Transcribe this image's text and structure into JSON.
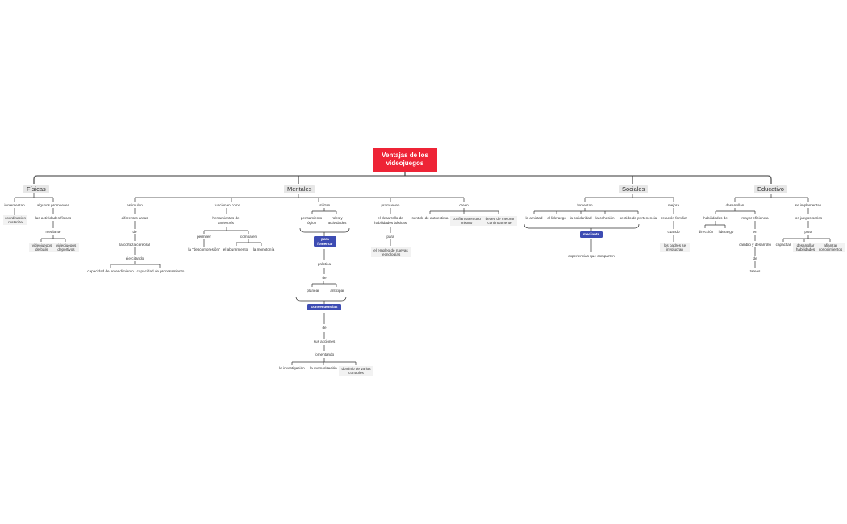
{
  "title": "Ventajas de los videojuegos",
  "categories": {
    "fisicas": "Físicas",
    "mentales": "Mentales",
    "sociales": "Sociales",
    "educativo": "Educativo"
  },
  "fisicas": {
    "incrementan": "incrementan",
    "coordinacion": "coordinación motoriza",
    "algunos": "algunos promueven",
    "actividades": "las actividades físicas",
    "mediante": "mediante",
    "baile": "videojuegos de baile",
    "deportivos": "videojuegos deportivos"
  },
  "mentales": {
    "estimulan": "estimulan",
    "areas": "diferentes áreas",
    "de1": "de",
    "corteza": "la corteza cerebral",
    "ejercitando": "ejercitando",
    "entendimiento": "capacidad de entendimiento",
    "procesamiento": "capacidad de procesamiento",
    "funcionan": "funcionan como",
    "herramientas": "herramientas de antiestrés",
    "permiten": "permiten",
    "combaten": "combaten",
    "descompresion": "la \"descompresión\"",
    "aburrimiento": "el aburrimiento",
    "monotonia": "la monotonía",
    "utilizan": "utilizan",
    "pensamiento": "pensamiento lógico",
    "roles": "roles y actividades",
    "para_fomentar": "para fomentar",
    "practica": "práctica",
    "de2": "de",
    "planear": "planear",
    "anticipar": "anticipar",
    "consecuencias": "consecuencias",
    "de3": "de",
    "sus_acciones": "sus acciones",
    "fomentando": "fomentando",
    "investigacion": "la investigación",
    "memorizacion": "la memorización",
    "dominio": "dominio de varios controles",
    "promueven": "promueven",
    "desarrollo": "el desarrollo de habilidades básicas",
    "para": "para",
    "empleo": "el empleo de nuevas tecnologías",
    "crean": "crean",
    "autoestima": "sentido de autoestima",
    "confianza": "confianza en uno mismo",
    "deseo": "deseo de mejorar continuamente"
  },
  "sociales": {
    "fomentan": "fomentan",
    "amistad": "la amistad",
    "liderazgo": "el liderazgo",
    "solidaridad": "la solidaridad",
    "cohesion": "la cohesión",
    "pertenencia": "sentido de pertenencia",
    "mediante": "mediante",
    "experiencias": "experiencias que comparten",
    "mejora": "mejora",
    "relacion": "relación familiar",
    "cuando": "cuando",
    "padres": "los padres se involucran"
  },
  "educativo": {
    "desarrollan": "desarrollan",
    "habilidades": "habilidades de",
    "direccion": "dirección",
    "liderazgo": "liderazgo",
    "eficiencia": "mayor eficiencia",
    "en": "en",
    "cambio": "cambio y desarrollo",
    "de": "de",
    "tareas": "tareas",
    "implementan": "se implementan",
    "juegos": "los juegos serios",
    "para": "para",
    "capacitar": "capacitar",
    "desarrollar": "desarrollar habilidades",
    "afianzar": "afianzar conocimientos"
  },
  "colors": {
    "root": "#ee2436",
    "accent": "#3d4cb3",
    "line": "#333333",
    "category": "#e7e7e7"
  }
}
